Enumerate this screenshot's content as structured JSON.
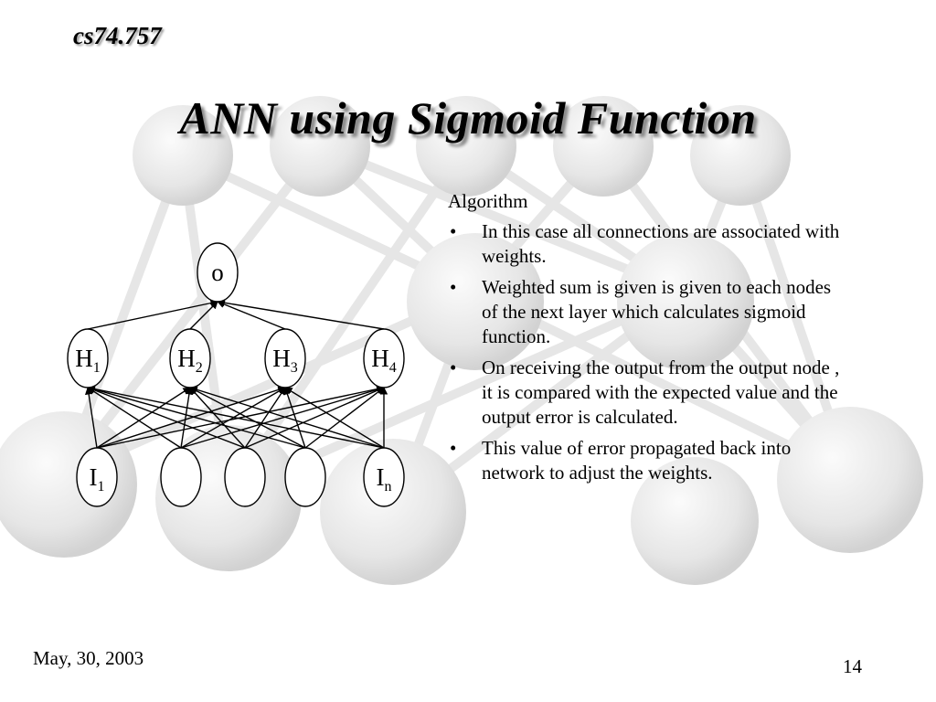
{
  "course": "cs74.757",
  "title": "ANN using Sigmoid Function",
  "diagram": {
    "output_node": "o",
    "hidden_nodes": [
      {
        "base": "H",
        "sub": "1"
      },
      {
        "base": "H",
        "sub": "2"
      },
      {
        "base": "H",
        "sub": "3"
      },
      {
        "base": "H",
        "sub": "4"
      }
    ],
    "input_nodes": [
      {
        "base": "I",
        "sub": "1"
      },
      {
        "base": "",
        "sub": ""
      },
      {
        "base": "",
        "sub": ""
      },
      {
        "base": "",
        "sub": ""
      },
      {
        "base": "I",
        "sub": "n"
      }
    ]
  },
  "content": {
    "heading": "Algorithm",
    "bullet_symbol": "•",
    "bullets": [
      "In this case all connections are associated with weights.",
      "Weighted sum is given is given to each nodes of the next layer which calculates sigmoid function.",
      "On receiving the output from the output node , it is compared with the expected value and the output error is calculated.",
      "This value of error propagated back into network to adjust the weights."
    ]
  },
  "footer": {
    "date": "May, 30, 2003",
    "page_number": "14"
  },
  "colors": {
    "background": "#ffffff",
    "watermark": "#dcdcdc",
    "text": "#000000"
  }
}
